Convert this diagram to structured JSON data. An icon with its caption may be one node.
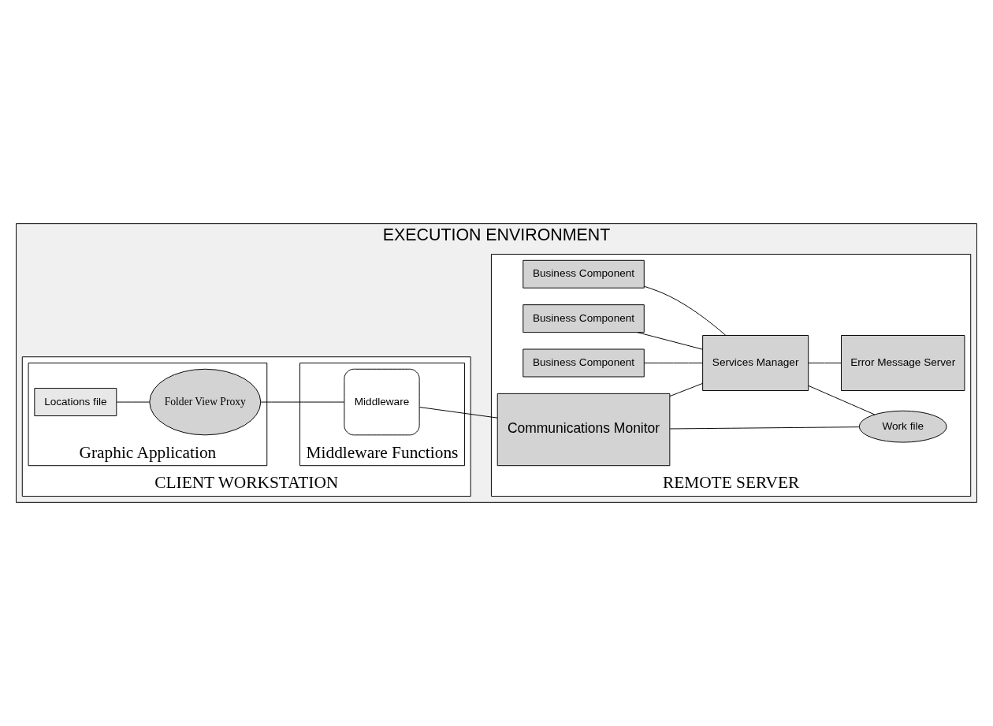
{
  "diagram": {
    "nodes": [
      {
        "text": [
          "EXECUTION ENVIRONMENT"
        ]
      },
      {
        "text": [
          "CLIENT WORKSTATION"
        ],
        "in": 0
      },
      {
        "text": [
          "Graphic Application"
        ],
        "in": 1
      },
      {
        "text": [
          "Locations file"
        ],
        "in": 2
      },
      {
        "text": [
          "Folder View Proxy"
        ],
        "in": 2
      },
      {
        "text": [
          "Middleware Functions"
        ],
        "in": 1
      },
      {
        "text": [
          "Middleware"
        ],
        "in": 5
      },
      {
        "text": [
          "REMOTE SERVER"
        ],
        "in": 0
      },
      {
        "text": [
          "Business Component"
        ],
        "in": 7
      },
      {
        "text": [
          "Business Component"
        ],
        "in": 7
      },
      {
        "text": [
          "Business Component"
        ],
        "in": 7
      },
      {
        "text": [
          "Communications Monitor"
        ],
        "in": 7
      },
      {
        "text": [
          "Services Manager"
        ],
        "in": 7
      },
      {
        "text": [
          "Work file"
        ],
        "in": 7
      },
      {
        "text": [
          "Error Message Server"
        ],
        "in": 7
      }
    ],
    "edges": [
      {
        "from": 3,
        "to": 4,
        "arrow": "none"
      },
      {
        "from": 4,
        "to": 6,
        "arrow": "none"
      },
      {
        "from": 6,
        "to": 11,
        "arrow": "none"
      },
      {
        "from": 8,
        "to": 12,
        "arrow": "none"
      },
      {
        "from": 9,
        "to": 12,
        "arrow": "none"
      },
      {
        "from": 10,
        "to": 12,
        "arrow": "none"
      },
      {
        "from": 11,
        "to": 12,
        "arrow": "none"
      },
      {
        "from": 11,
        "to": 13,
        "arrow": "none"
      },
      {
        "from": 12,
        "to": 13,
        "arrow": "none"
      },
      {
        "from": 12,
        "to": 14,
        "arrow": "none"
      }
    ]
  }
}
